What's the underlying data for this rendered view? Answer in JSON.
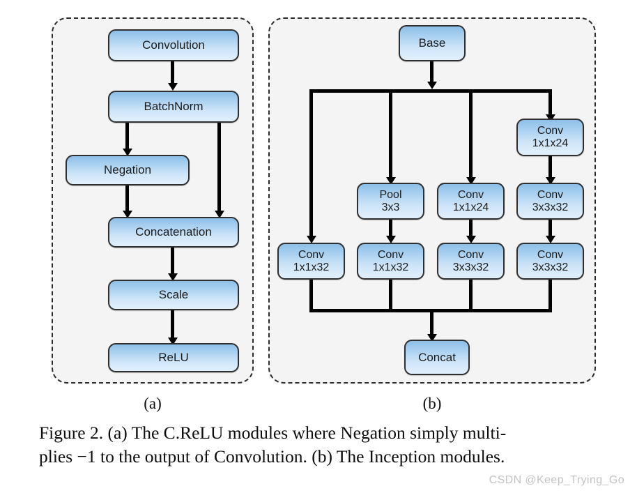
{
  "figure": {
    "caption_line1": "Figure 2. (a) The C.ReLU modules where Negation simply multi-",
    "caption_line2": "plies −1 to the output of Convolution. (b) The Inception modules.",
    "watermark": "CSDN @Keep_Trying_Go"
  },
  "panel_a": {
    "label": "(a)",
    "nodes": [
      {
        "id": "convolution",
        "line1": "Convolution",
        "line2": ""
      },
      {
        "id": "batchnorm",
        "line1": "BatchNorm",
        "line2": ""
      },
      {
        "id": "negation",
        "line1": "Negation",
        "line2": ""
      },
      {
        "id": "concatenation",
        "line1": "Concatenation",
        "line2": ""
      },
      {
        "id": "scale",
        "line1": "Scale",
        "line2": ""
      },
      {
        "id": "relu",
        "line1": "ReLU",
        "line2": ""
      }
    ]
  },
  "panel_b": {
    "label": "(b)",
    "nodes": [
      {
        "id": "base",
        "line1": "Base",
        "line2": ""
      },
      {
        "id": "conv-1x1x24-a",
        "line1": "Conv",
        "line2": "1x1x24"
      },
      {
        "id": "pool-3x3",
        "line1": "Pool",
        "line2": "3x3"
      },
      {
        "id": "conv-1x1x24-b",
        "line1": "Conv",
        "line2": "1x1x24"
      },
      {
        "id": "conv-3x3x32-a",
        "line1": "Conv",
        "line2": "3x3x32"
      },
      {
        "id": "conv-1x1x32-a",
        "line1": "Conv",
        "line2": "1x1x32"
      },
      {
        "id": "conv-1x1x32-b",
        "line1": "Conv",
        "line2": "1x1x32"
      },
      {
        "id": "conv-3x3x32-b",
        "line1": "Conv",
        "line2": "3x3x32"
      },
      {
        "id": "conv-3x3x32-c",
        "line1": "Conv",
        "line2": "3x3x32"
      },
      {
        "id": "concat",
        "line1": "Concat",
        "line2": ""
      }
    ]
  },
  "colors": {
    "node_fill_top": "#8dbfe8",
    "node_fill_bottom": "#e2f0fc",
    "node_border": "#2f2f2f",
    "panel_fill": "#f4f4f4",
    "panel_border": "#2b2b2b",
    "connector": "#000000",
    "watermark": "#c3c3c3"
  }
}
